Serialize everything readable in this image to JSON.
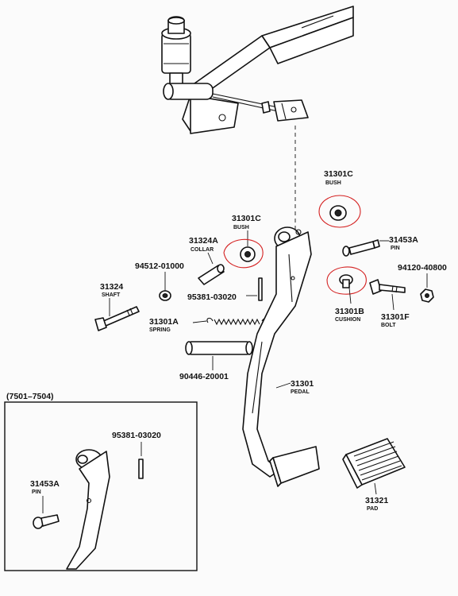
{
  "inset": {
    "range": "(7501–7504)",
    "pin": {
      "number": "31453A",
      "name": "PIN"
    },
    "pin2": {
      "number": "95381-03020"
    }
  },
  "parts": {
    "bush_c_right": {
      "number": "31301C",
      "name": "BUSH"
    },
    "bush_c_left": {
      "number": "31301C",
      "name": "BUSH"
    },
    "collar": {
      "number": "31324A",
      "name": "COLLAR"
    },
    "washer": {
      "number": "94512-01000"
    },
    "shaft": {
      "number": "31324",
      "name": "SHAFT"
    },
    "pin_small": {
      "number": "95381-03020"
    },
    "spring": {
      "number": "31301A",
      "name": "SPRING"
    },
    "sleeve": {
      "number": "90446-20001"
    },
    "pedal": {
      "number": "31301",
      "name": "PEDAL"
    },
    "pin_a": {
      "number": "31453A",
      "name": "PIN"
    },
    "nut": {
      "number": "94120-40800"
    },
    "cushion": {
      "number": "31301B",
      "name": "CUSHION"
    },
    "bolt": {
      "number": "31301F",
      "name": "BOLT"
    },
    "pad": {
      "number": "31321",
      "name": "PAD"
    }
  },
  "colors": {
    "ink": "#111111",
    "highlight": "#d42020",
    "paper": "#fbfbfb"
  }
}
